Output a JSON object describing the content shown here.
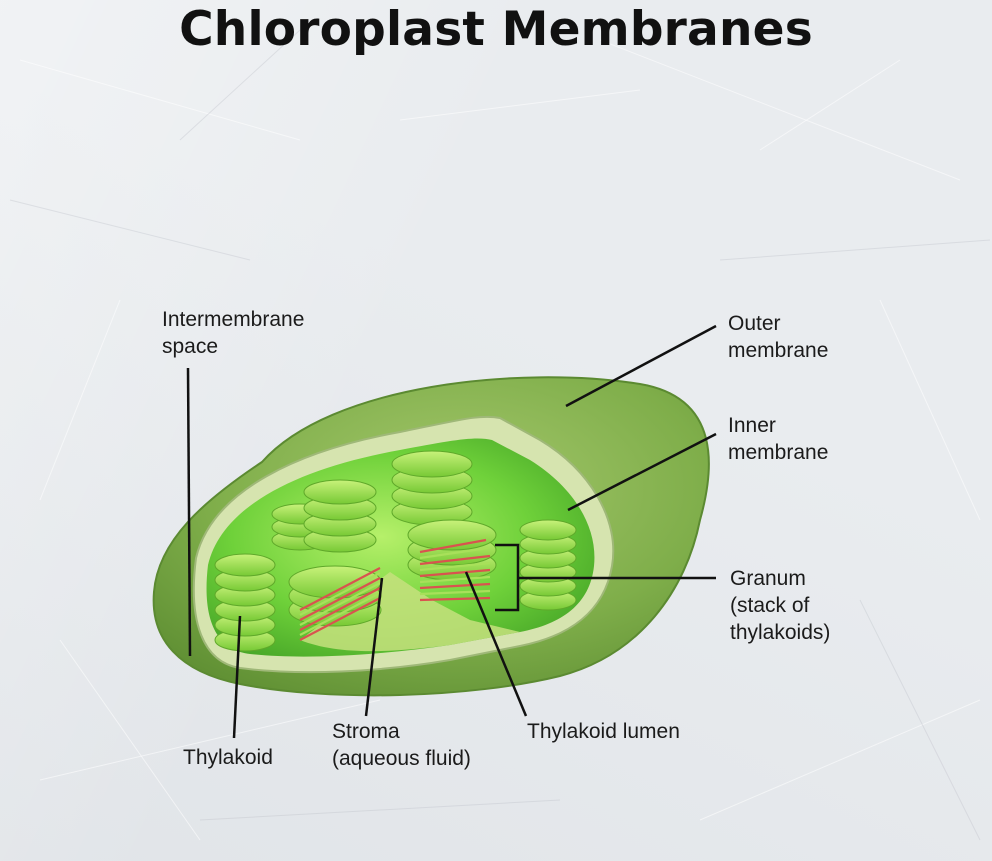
{
  "title": "Chloroplast Membranes",
  "labels": {
    "intermembrane_space": [
      "Intermembrane",
      "space"
    ],
    "outer_membrane": [
      "Outer",
      "membrane"
    ],
    "inner_membrane": [
      "Inner",
      "membrane"
    ],
    "granum": [
      "Granum",
      "(stack of",
      "thylakoids)"
    ],
    "thylakoid": [
      "Thylakoid"
    ],
    "stroma": [
      "Stroma",
      "(aqueous fluid)"
    ],
    "thylakoid_lumen": [
      "Thylakoid lumen"
    ]
  },
  "colors": {
    "outer_membrane": "#7fae4a",
    "inner_membrane": "#d9e6b5",
    "stroma": "#6fd13a",
    "thylakoid": "#8ddc3e",
    "thylakoid_lumen": "#d9534f"
  }
}
